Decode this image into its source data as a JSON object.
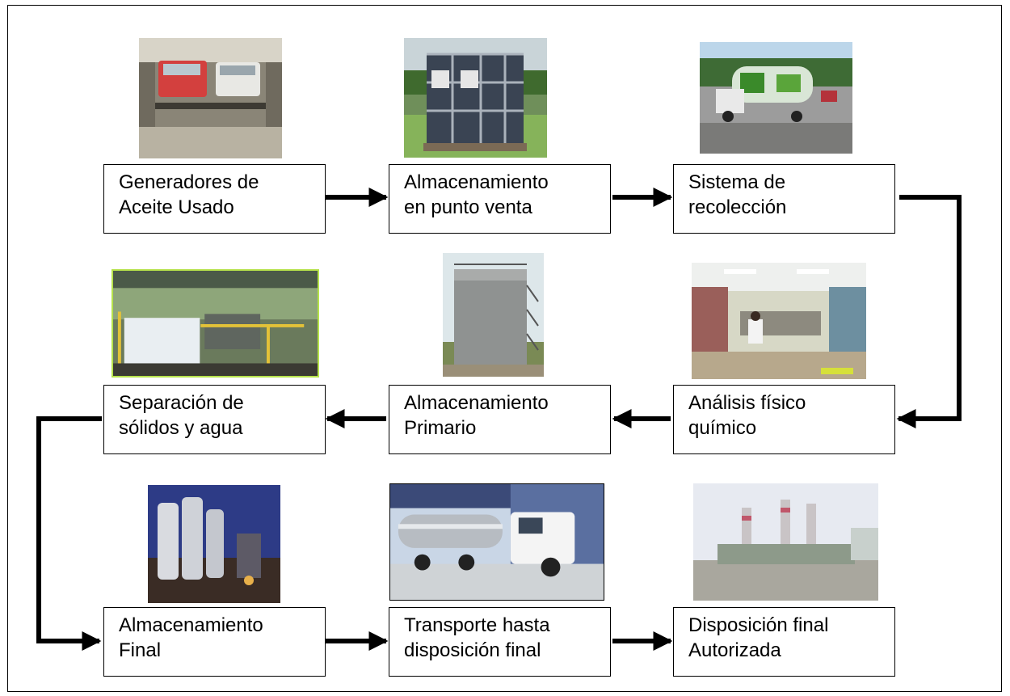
{
  "steps": [
    {
      "line1": "Generadores de",
      "line2": "Aceite Usado"
    },
    {
      "line1": "Almacenamiento",
      "line2": "en punto venta"
    },
    {
      "line1": "Sistema de",
      "line2": "recolección"
    },
    {
      "line1": "Análisis físico",
      "line2": "químico"
    },
    {
      "line1": "Almacenamiento",
      "line2": "Primario"
    },
    {
      "line1": "Separación de",
      "line2": "sólidos y agua"
    },
    {
      "line1": "Almacenamiento",
      "line2": "Final"
    },
    {
      "line1": "Transporte hasta",
      "line2": "disposición final"
    },
    {
      "line1": "Disposición final",
      "line2": "Autorizada"
    }
  ],
  "photos": [
    {
      "icon": "car-lift-garage-icon"
    },
    {
      "icon": "ibc-storage-tank-icon"
    },
    {
      "icon": "collection-truck-icon"
    },
    {
      "icon": "laboratory-icon"
    },
    {
      "icon": "storage-silo-icon"
    },
    {
      "icon": "separation-plant-icon"
    },
    {
      "icon": "industrial-tanks-icon"
    },
    {
      "icon": "tanker-truck-icon"
    },
    {
      "icon": "power-plant-icon"
    }
  ],
  "colors": {
    "line": "#000000",
    "box_border": "#000000"
  }
}
